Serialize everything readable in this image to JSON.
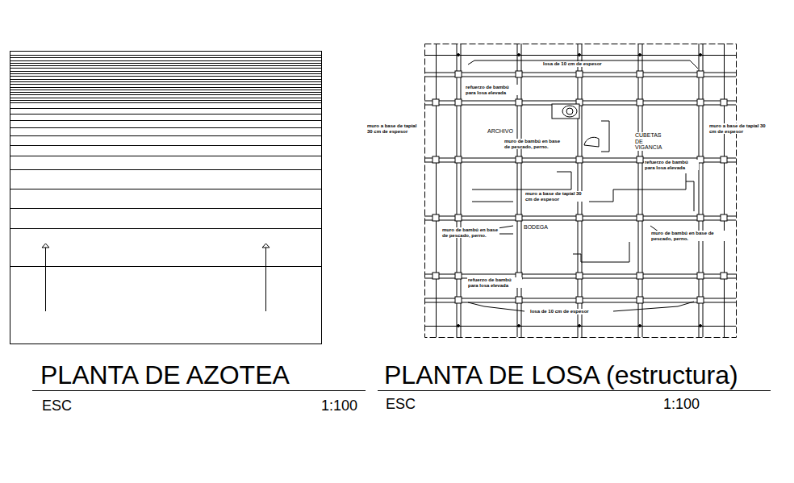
{
  "diagram": {
    "labels": [
      "PLANTA DE AZOTEA",
      "ESC",
      "1:100",
      "PLANTA DE LOSA (estructura)",
      "ESC",
      "1:100",
      "losa de 10 cm de espesor",
      "refuerzo de bambú para losa elevada",
      "muro a base de tapial 30 cm de espesor",
      "ARCHIVO",
      "muro de bambú en base de pescado, perno.",
      "CUBETAS DE VIGANCIA",
      "muro a base de tapial 30 cm de espesor",
      "refuerzo de bambú para losa elevada",
      "muro a base de tapial 30 cm de espesor",
      "muro de bambú en base de pescado, perno.",
      "BODEGA",
      "muro de bambú en base de pescado, perno.",
      "refuerzo de bambú para losa elevada",
      "losa de 10 cm de espesor"
    ]
  }
}
